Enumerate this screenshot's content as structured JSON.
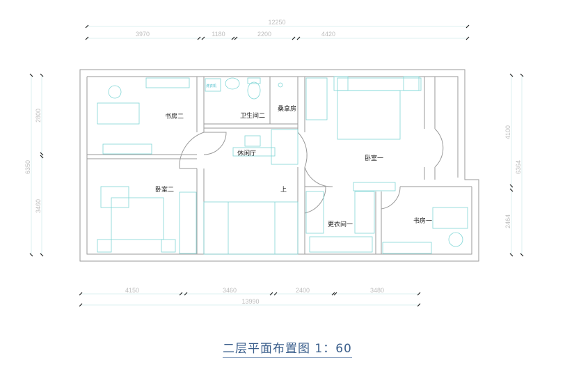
{
  "title": "二层平面布置图   1：60",
  "dimensions": {
    "top_total": "12250",
    "top": [
      "3970",
      "1180",
      "2200",
      "4420"
    ],
    "bottom": [
      "4150",
      "3460",
      "2400",
      "3480"
    ],
    "bottom_total": "13990",
    "left": [
      "2800",
      "3460"
    ],
    "left_total": "6350",
    "right": [
      "4100",
      "2464"
    ],
    "right_total": "6364"
  },
  "rooms": {
    "study2": "书房二",
    "bath2": "卫生间二",
    "sauna": "桑拿房",
    "lounge": "休闲厅",
    "bedroom1": "卧室一",
    "bedroom2": "卧室二",
    "stairs_up": "上",
    "dressing1": "更衣间一",
    "study1": "书房一",
    "washer": "洗衣机"
  }
}
